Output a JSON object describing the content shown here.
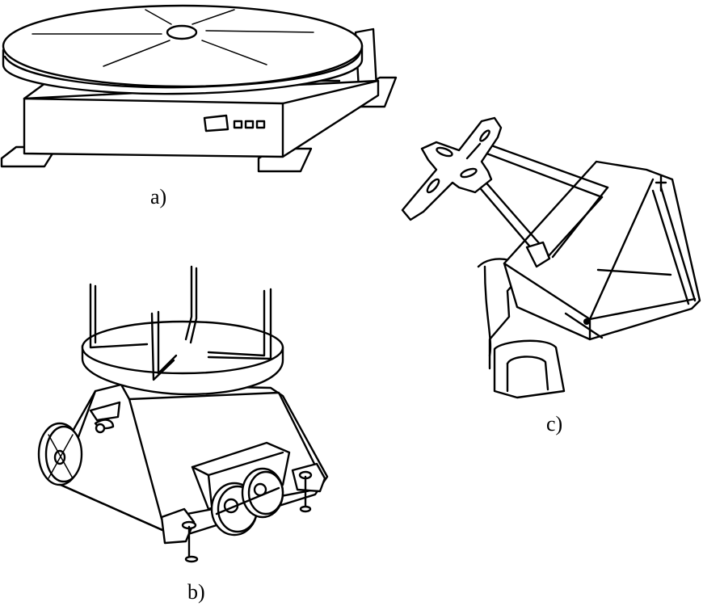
{
  "figure": {
    "panels": [
      {
        "id": "a",
        "caption": "a)"
      },
      {
        "id": "b",
        "caption": "b)"
      },
      {
        "id": "c",
        "caption": "c)"
      }
    ]
  }
}
